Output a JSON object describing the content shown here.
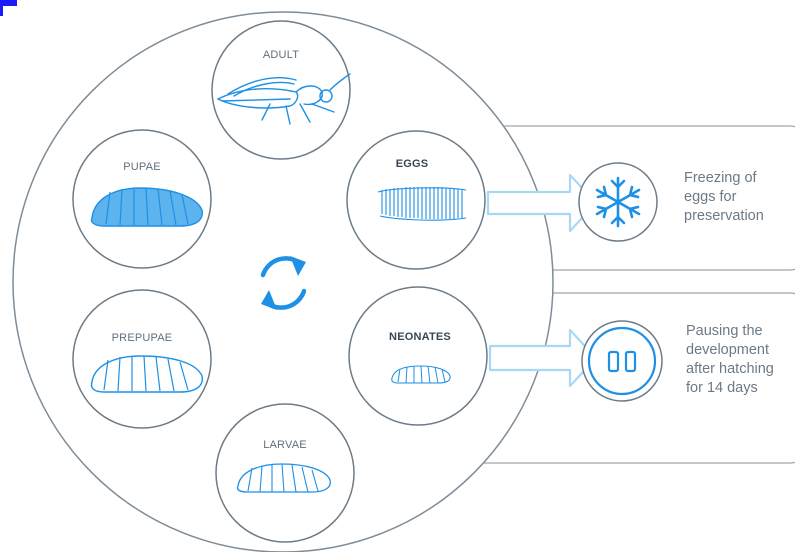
{
  "colors": {
    "accent_blue": "#1e90e6",
    "light_blue": "#a9d8f5",
    "outline_gray": "#7e8c98",
    "corner_mark": "#1a1aff"
  },
  "center_icon": "cycle-arrows-icon",
  "stages": {
    "adult": "ADULT",
    "eggs": "EGGS",
    "neonates": "NEONATES",
    "larvae": "LARVAE",
    "prepupae": "PREPUPAE",
    "pupae": "PUPAE"
  },
  "processes": {
    "freezing": {
      "icon": "snowflake-icon",
      "text": "Freezing of\neggs for\npreservation"
    },
    "pausing": {
      "icon": "pause-icon",
      "text": "Pausing the\ndevelopment\nafter hatching\nfor 14 days"
    }
  }
}
